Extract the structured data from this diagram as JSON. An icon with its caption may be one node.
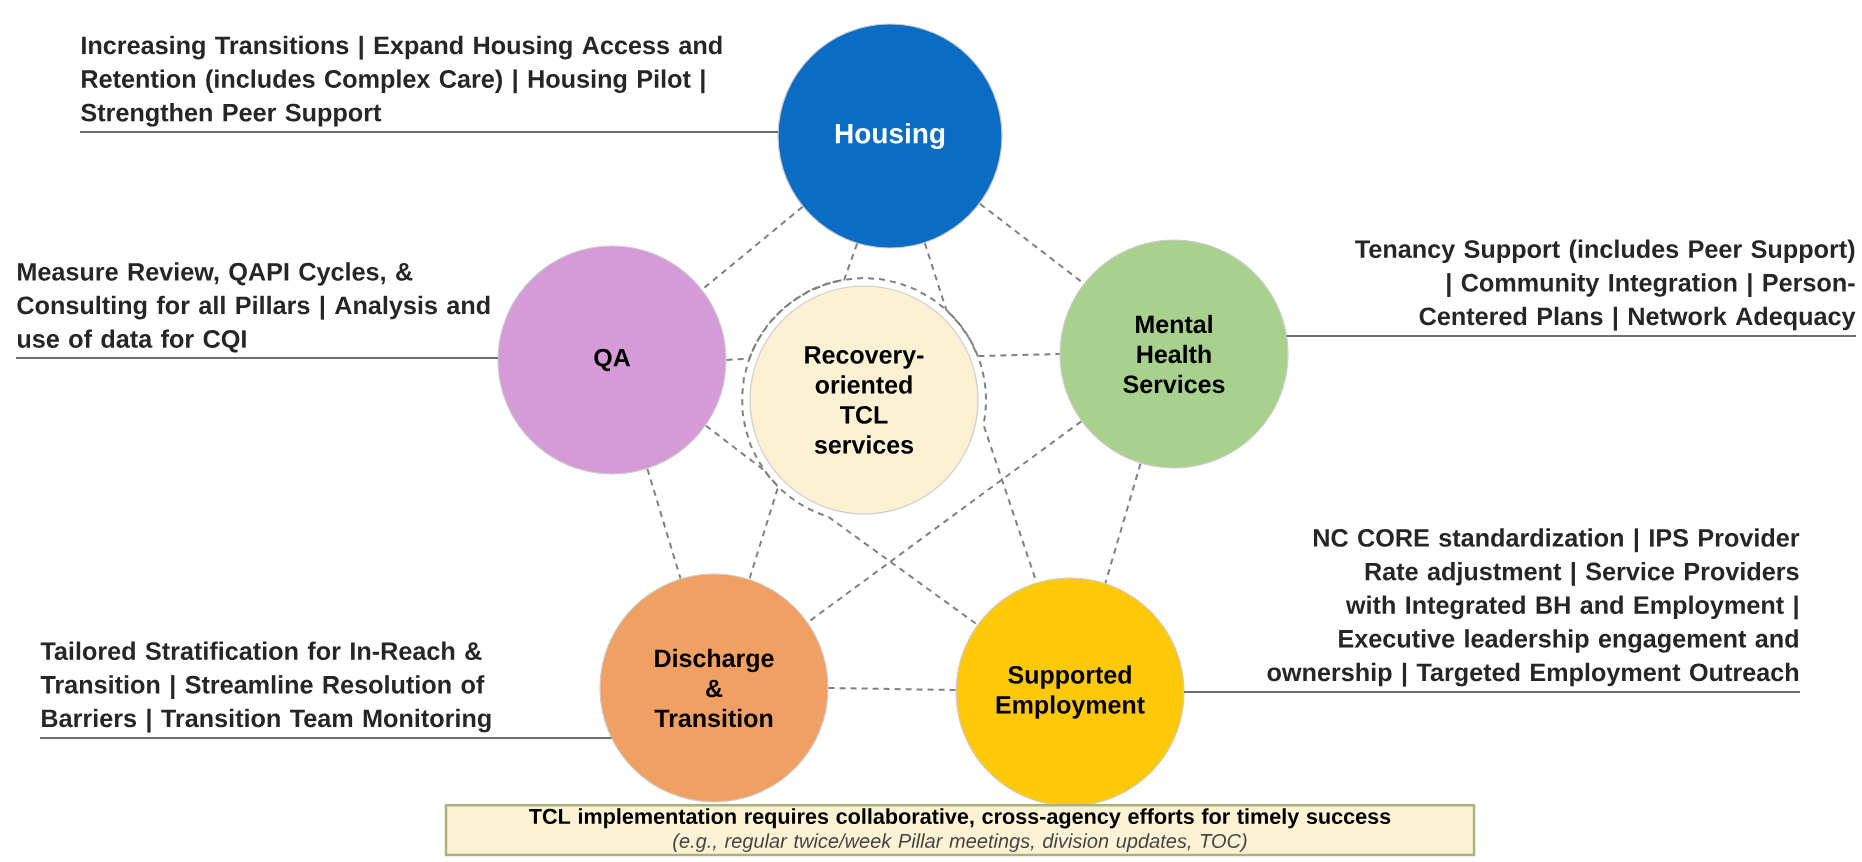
{
  "diagram": {
    "nodes": [
      {
        "text": [
          "Housing"
        ]
      },
      {
        "text": [
          "QA"
        ]
      },
      {
        "text": [
          "Recovery-oriented TCL services"
        ]
      },
      {
        "text": [
          "Mental Health Services"
        ]
      },
      {
        "text": [
          "Discharge & Transition"
        ]
      },
      {
        "text": [
          "Supported Employment"
        ]
      },
      {
        "text": [
          "Increasing Transitions | Expand Housing Access and Retention (includes Complex Care) | Housing Pilot | Strengthen Peer Support"
        ]
      },
      {
        "text": [
          "Measure Review, QAPI Cycles, & Consulting for all Pillars | Analysis and use of data for CQI"
        ]
      },
      {
        "text": [
          "Tenancy Support (includes Peer Support) | Community Integration | Person-Centered Plans | Network Adequacy"
        ]
      },
      {
        "text": [
          "Tailored Stratification for In-Reach & Transition | Streamline Resolution of Barriers | Transition Team Monitoring"
        ]
      },
      {
        "text": [
          "NC CORE standardization | IPS Provider Rate adjustment | Service Providers with Integrated BH and Employment | Executive leadership engagement and ownership | Targeted Employment Outreach"
        ]
      },
      {
        "text": [
          "TCL implementation requires collaborative, cross-agency efforts for timely success",
          "(e.g., regular twice/week Pillar meetings, division updates, TOC)"
        ]
      }
    ],
    "edges": [
      {
        "from": 0,
        "to": 1,
        "arrow": "none",
        "style": "dashed"
      },
      {
        "from": 0,
        "to": 3,
        "arrow": "none",
        "style": "dashed"
      },
      {
        "from": 1,
        "to": 4,
        "arrow": "none",
        "style": "dashed"
      },
      {
        "from": 3,
        "to": 5,
        "arrow": "none",
        "style": "dashed"
      },
      {
        "from": 4,
        "to": 5,
        "arrow": "none",
        "style": "dashed"
      },
      {
        "from": 0,
        "to": 4,
        "arrow": "none",
        "style": "dashed"
      },
      {
        "from": 0,
        "to": 5,
        "arrow": "none",
        "style": "dashed"
      },
      {
        "from": 1,
        "to": 3,
        "arrow": "none",
        "style": "dashed"
      },
      {
        "from": 1,
        "to": 5,
        "arrow": "none",
        "style": "dashed"
      },
      {
        "from": 3,
        "to": 4,
        "arrow": "none",
        "style": "dashed"
      },
      {
        "from": 6,
        "to": 0,
        "arrow": "none"
      },
      {
        "from": 7,
        "to": 1,
        "arrow": "none"
      },
      {
        "from": 8,
        "to": 3,
        "arrow": "none"
      },
      {
        "from": 9,
        "to": 4,
        "arrow": "none"
      },
      {
        "from": 10,
        "to": 5,
        "arrow": "none"
      }
    ]
  }
}
